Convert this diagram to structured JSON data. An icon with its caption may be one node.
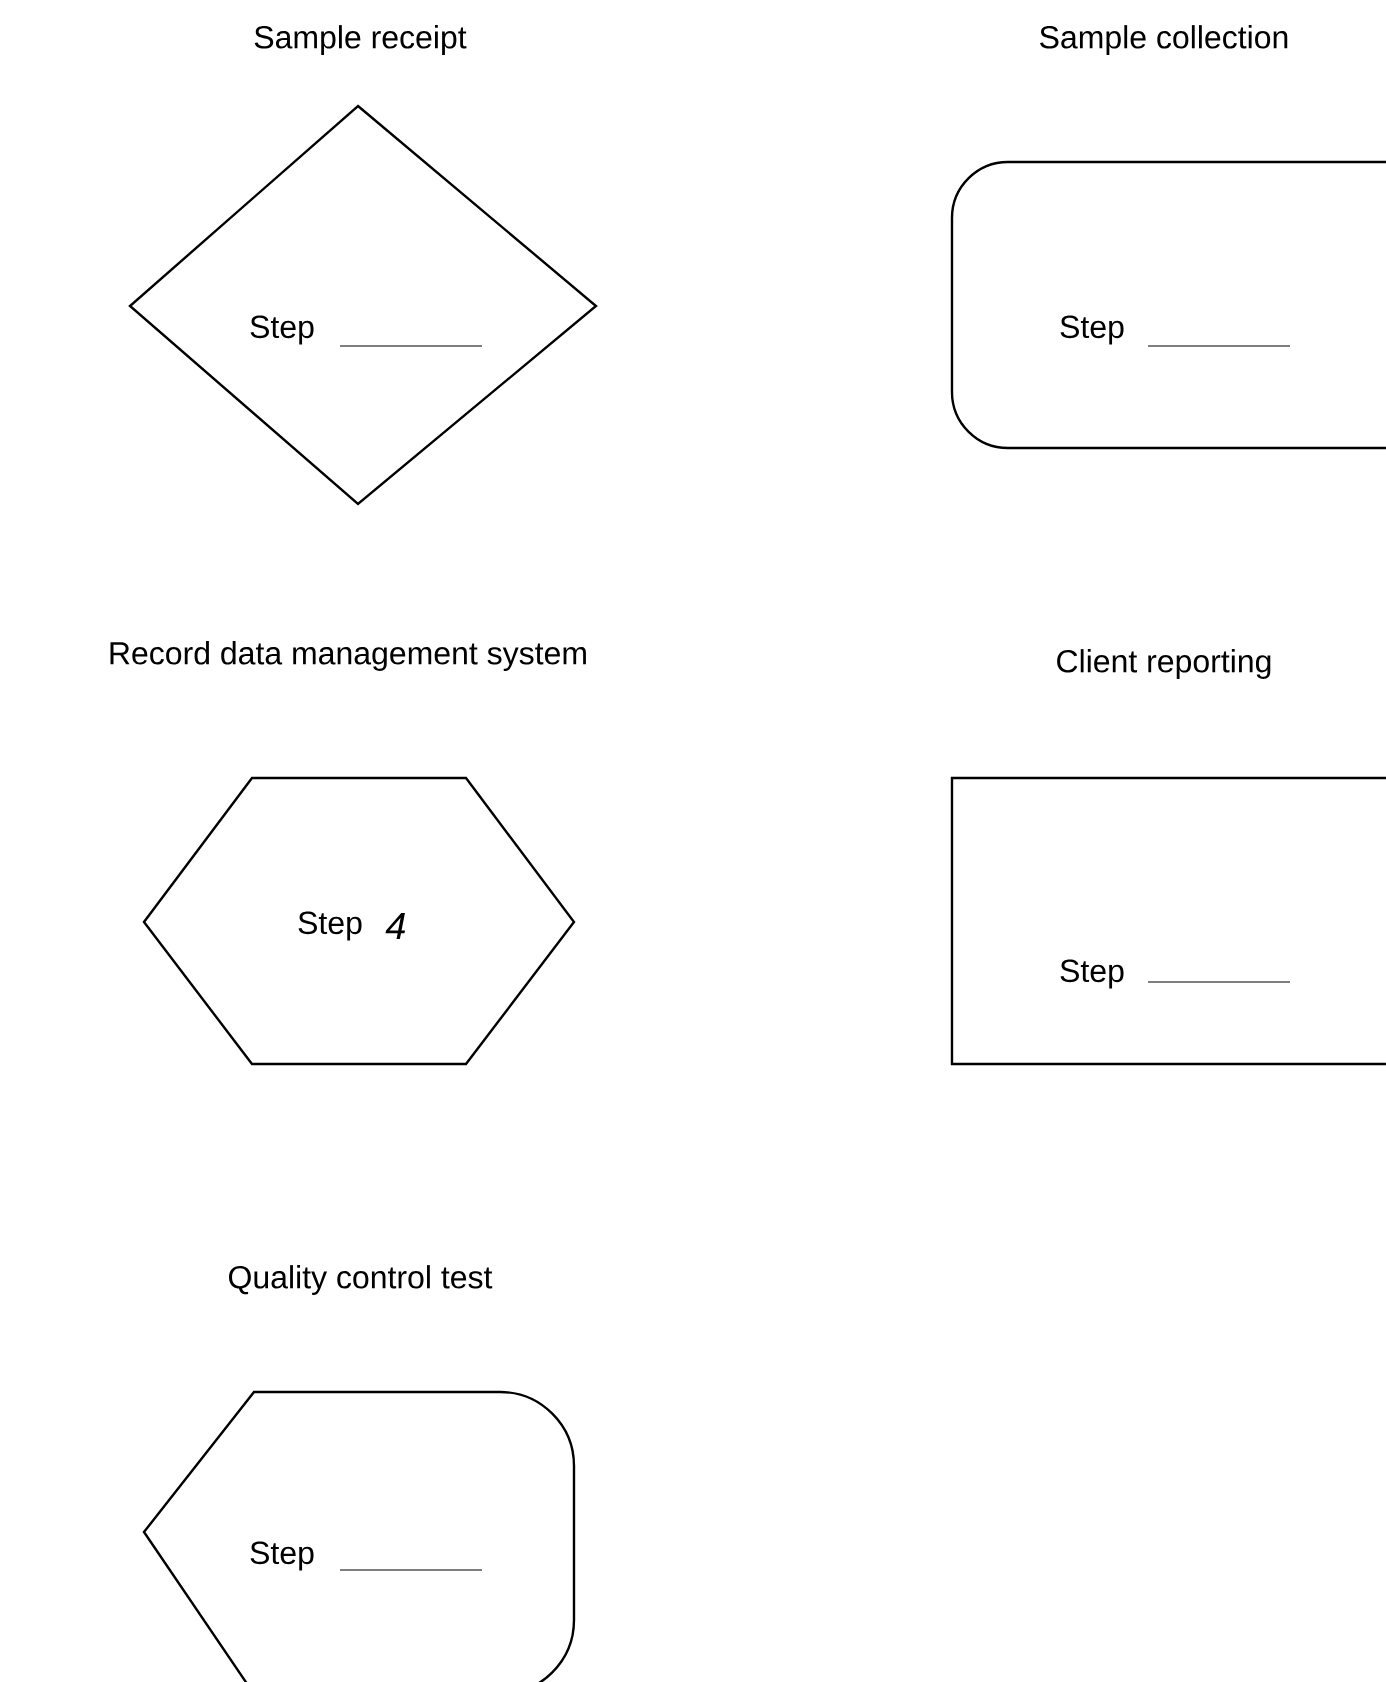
{
  "diagram": {
    "nodes": [
      {
        "text": [
          "Sample receipt",
          "Step"
        ]
      },
      {
        "text": [
          "Sample collection",
          "Step"
        ]
      },
      {
        "text": [
          "Record data management system",
          "Step",
          "4"
        ]
      },
      {
        "text": [
          "Client reporting",
          "Step"
        ]
      },
      {
        "text": [
          "Quality control test",
          "Step"
        ]
      }
    ]
  }
}
